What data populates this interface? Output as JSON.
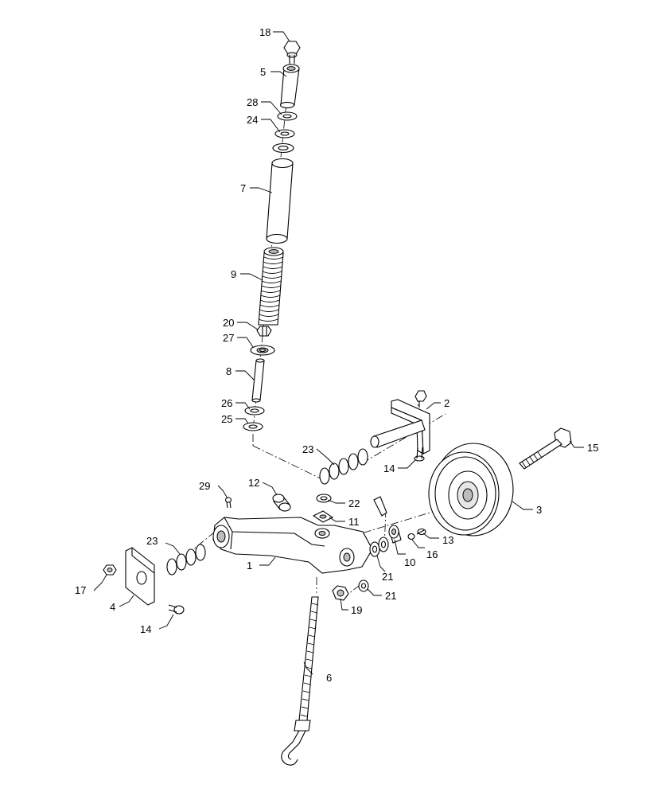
{
  "callouts": [
    {
      "id": "c1",
      "text": "1"
    },
    {
      "id": "c2",
      "text": "2"
    },
    {
      "id": "c3",
      "text": "3"
    },
    {
      "id": "c4",
      "text": "4"
    },
    {
      "id": "c5",
      "text": "5"
    },
    {
      "id": "c6",
      "text": "6"
    },
    {
      "id": "c7",
      "text": "7"
    },
    {
      "id": "c8",
      "text": "8"
    },
    {
      "id": "c9",
      "text": "9"
    },
    {
      "id": "c10",
      "text": "10"
    },
    {
      "id": "c11",
      "text": "11"
    },
    {
      "id": "c12",
      "text": "12"
    },
    {
      "id": "c13",
      "text": "13"
    },
    {
      "id": "c14a",
      "text": "14"
    },
    {
      "id": "c14b",
      "text": "14"
    },
    {
      "id": "c15",
      "text": "15"
    },
    {
      "id": "c16",
      "text": "16"
    },
    {
      "id": "c17",
      "text": "17"
    },
    {
      "id": "c18",
      "text": "18"
    },
    {
      "id": "c19",
      "text": "19"
    },
    {
      "id": "c20",
      "text": "20"
    },
    {
      "id": "c21a",
      "text": "21"
    },
    {
      "id": "c21b",
      "text": "21"
    },
    {
      "id": "c22",
      "text": "22"
    },
    {
      "id": "c23a",
      "text": "23"
    },
    {
      "id": "c23b",
      "text": "23"
    },
    {
      "id": "c24",
      "text": "24"
    },
    {
      "id": "c25",
      "text": "25"
    },
    {
      "id": "c26",
      "text": "26"
    },
    {
      "id": "c27",
      "text": "27"
    },
    {
      "id": "c28",
      "text": "28"
    },
    {
      "id": "c29",
      "text": "29"
    }
  ]
}
